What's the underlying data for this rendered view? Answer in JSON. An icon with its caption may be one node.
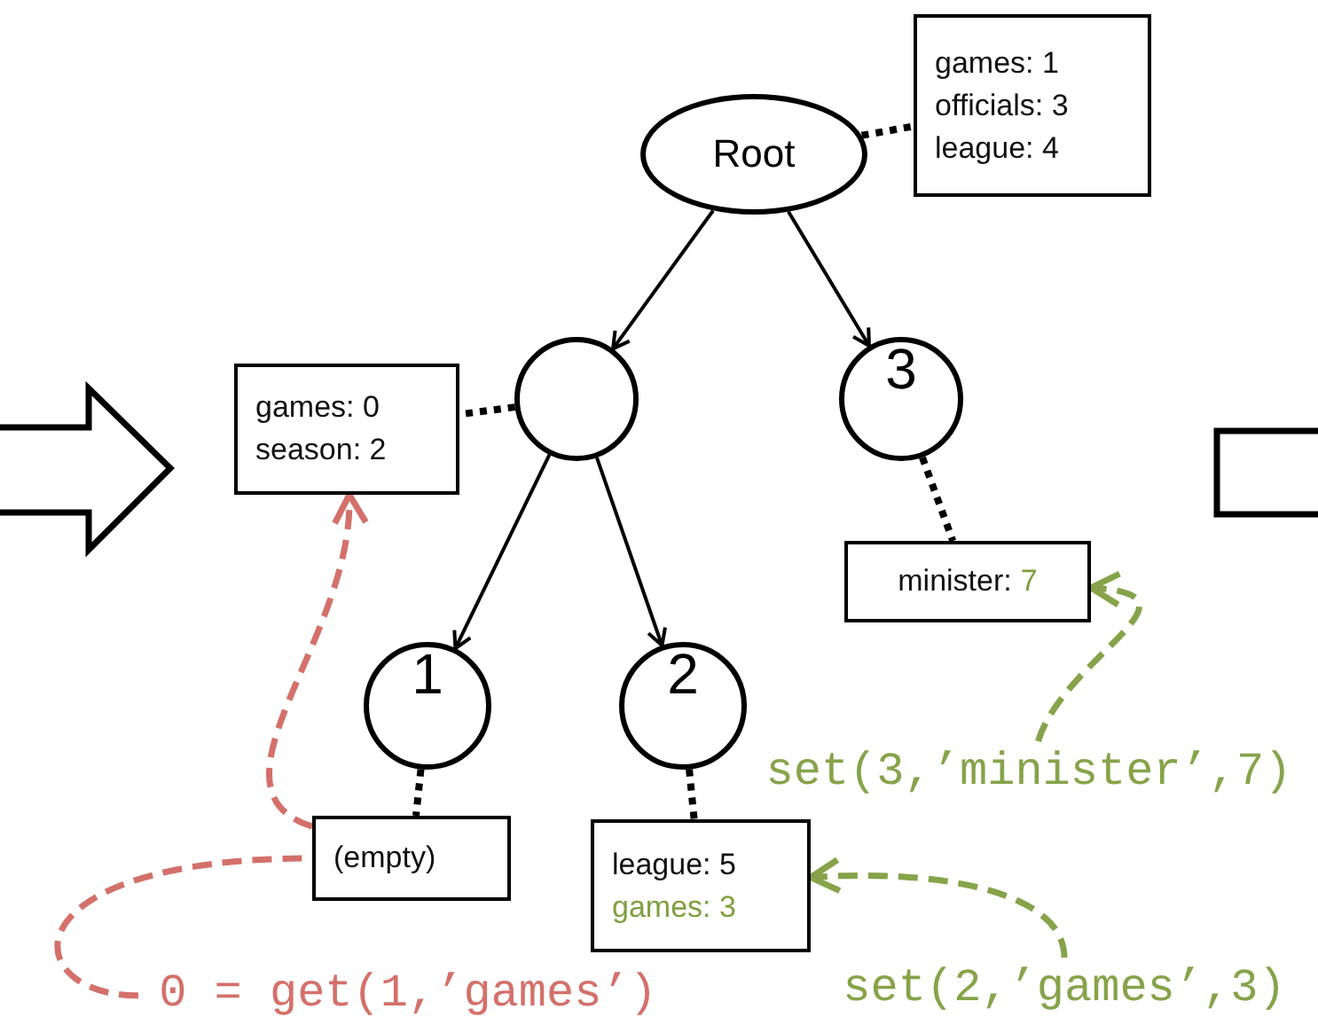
{
  "diagram": {
    "nodes": [
      {
        "text": [
          "Root"
        ]
      },
      {
        "text": [
          "games: 1",
          "officials: 3",
          "league: 4"
        ]
      },
      {
        "text": [],
        "shape": "circle"
      },
      {
        "text": [
          "3"
        ]
      },
      {
        "text": [
          "games: 0",
          "season: 2"
        ]
      },
      {
        "text": [
          "1"
        ]
      },
      {
        "text": [
          "2"
        ]
      },
      {
        "text": [
          "minister:",
          "7"
        ]
      },
      {
        "text": [
          "(empty)"
        ]
      },
      {
        "text": [
          "league: 5",
          "games: 3"
        ]
      },
      {
        "text": [
          "set(3,’minister’,7)"
        ]
      },
      {
        "text": [
          "0 = get(1,’games’)"
        ]
      },
      {
        "text": [
          "set(2,’games’,3)"
        ]
      }
    ],
    "edges": [
      {
        "from": 0,
        "to": 2,
        "arrow": "to"
      },
      {
        "from": 0,
        "to": 3,
        "arrow": "to"
      },
      {
        "from": 2,
        "to": 5,
        "arrow": "to"
      },
      {
        "from": 2,
        "to": 6,
        "arrow": "to"
      },
      {
        "from": 0,
        "to": 1,
        "arrow": "none",
        "style": "dashed"
      },
      {
        "from": 2,
        "to": 4,
        "arrow": "none",
        "style": "dashed"
      },
      {
        "from": 3,
        "to": 7,
        "arrow": "none",
        "style": "dashed"
      },
      {
        "from": 5,
        "to": 8,
        "arrow": "none",
        "style": "dashed"
      },
      {
        "from": 6,
        "to": 9,
        "arrow": "none",
        "style": "dashed"
      },
      {
        "from": 11,
        "to": 8,
        "arrow": "none",
        "style": "dashed",
        "color": "#d4706a"
      },
      {
        "from": 8,
        "to": 4,
        "arrow": "to",
        "style": "dashed",
        "color": "#d4706a"
      },
      {
        "from": 10,
        "to": 7,
        "arrow": "to",
        "style": "dashed",
        "color": "#86a34a"
      },
      {
        "from": 12,
        "to": 9,
        "arrow": "to",
        "style": "dashed",
        "color": "#86a34a"
      }
    ]
  }
}
